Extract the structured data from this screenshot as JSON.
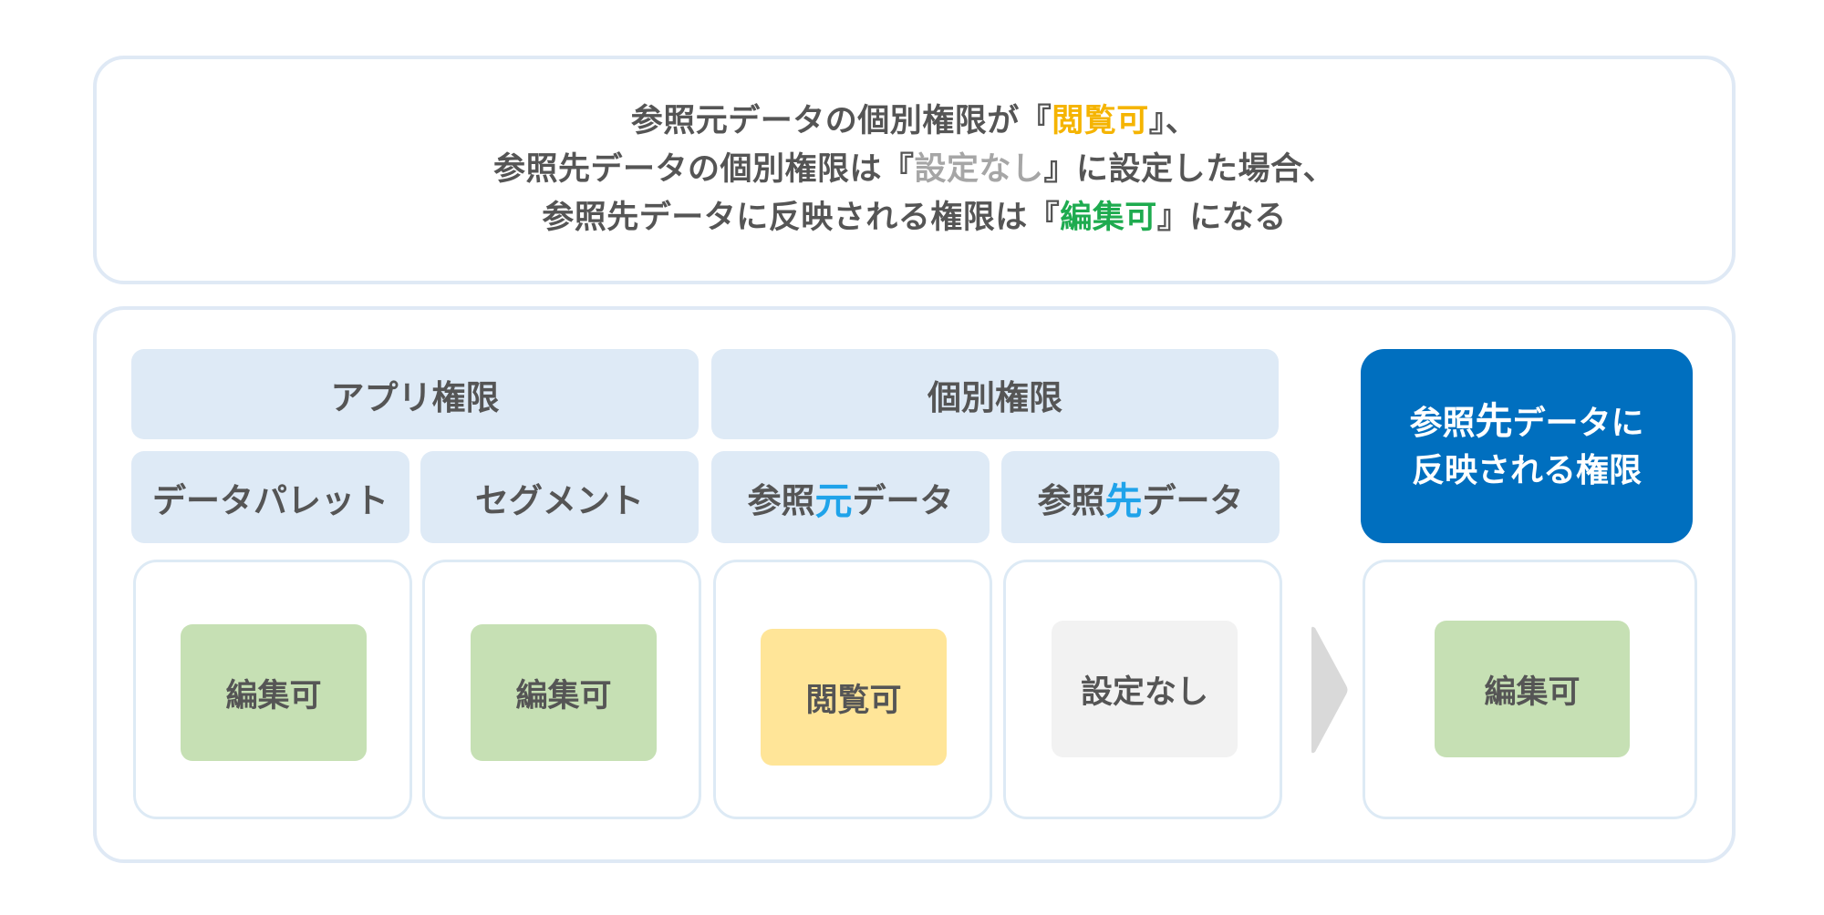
{
  "summary": {
    "line1": {
      "before": "参照元データの個別権限が『",
      "highlight": "閲覧可",
      "after": "』、"
    },
    "line2": {
      "before": "参照先データの個別権限は『",
      "highlight": "設定なし",
      "after": "』に設定した場合、"
    },
    "line3": {
      "before": "参照先データに反映される権限は『",
      "highlight": "編集可",
      "after": "』になる"
    }
  },
  "headers": {
    "app_permission": "アプリ権限",
    "individual_permission": "個別権限"
  },
  "subheaders": {
    "data_palette": "データパレット",
    "segment": "セグメント",
    "source": {
      "prefix": "参照",
      "accent": "元",
      "suffix": "データ"
    },
    "destination": {
      "prefix": "参照",
      "accent": "先",
      "suffix": "データ"
    }
  },
  "result_header": {
    "line1": {
      "prefix": "参照",
      "accent": "先",
      "suffix": "データに"
    },
    "line2": "反映される権限"
  },
  "values": {
    "data_palette": "編集可",
    "segment": "編集可",
    "source": "閲覧可",
    "destination": "設定なし",
    "result": "編集可"
  },
  "colors": {
    "view": "#f5b400",
    "none": "#a6a6a6",
    "edit": "#1eab4f",
    "accent_blue": "#1fa3ea",
    "result_header_bg": "#006fbf"
  },
  "icons": {
    "flow_arrow": "chevron-right-arrow"
  }
}
